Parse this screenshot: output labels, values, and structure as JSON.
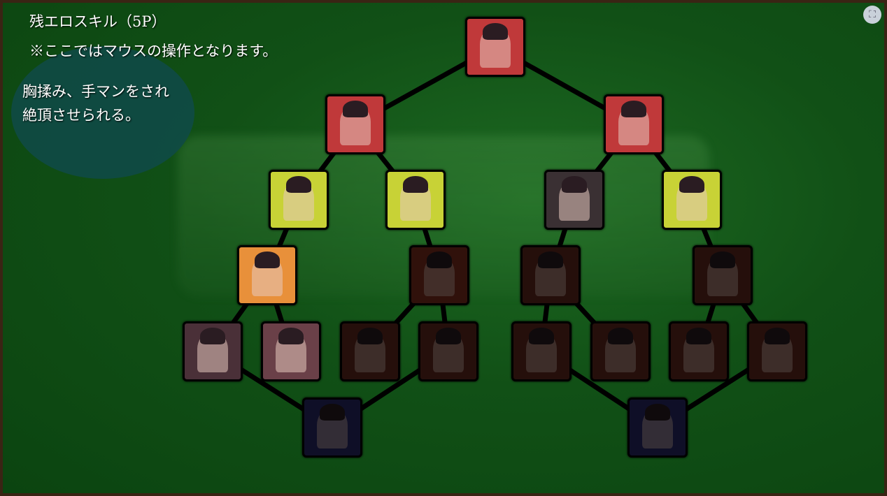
{
  "header": {
    "remaining_points": "残エロスキル（5P）",
    "note": "※ここではマウスの操作となります。"
  },
  "description": {
    "line1": "胸揉み、手マンをされ",
    "line2": "絶頂させられる。"
  },
  "colors": {
    "background": "#115016",
    "frame": "#3a2414",
    "line": "#000000"
  },
  "skill_tree": {
    "nodes": [
      {
        "id": "n0",
        "tile": "#c0393a",
        "state": "unlocked"
      },
      {
        "id": "n1a",
        "tile": "#c0393a",
        "state": "unlocked"
      },
      {
        "id": "n1b",
        "tile": "#c0393a",
        "state": "unlocked"
      },
      {
        "id": "n2a",
        "tile": "#c8d236",
        "state": "unlocked"
      },
      {
        "id": "n2b",
        "tile": "#c8d236",
        "state": "unlocked"
      },
      {
        "id": "n2c",
        "tile": "#3a3033",
        "state": "unlocked"
      },
      {
        "id": "n2d",
        "tile": "#c8d236",
        "state": "unlocked"
      },
      {
        "id": "n3a",
        "tile": "#e8903a",
        "state": "unlocked"
      },
      {
        "id": "n3b",
        "tile": "#8a3020",
        "state": "locked"
      },
      {
        "id": "n3c",
        "tile": "#6a2a20",
        "state": "locked"
      },
      {
        "id": "n3d",
        "tile": "#6a2a20",
        "state": "locked"
      },
      {
        "id": "n4a",
        "tile": "#4a3038",
        "state": "unlocked"
      },
      {
        "id": "n4b",
        "tile": "#6a4048",
        "state": "unlocked"
      },
      {
        "id": "n4c",
        "tile": "#6a2a20",
        "state": "locked"
      },
      {
        "id": "n4d",
        "tile": "#6a2a20",
        "state": "locked"
      },
      {
        "id": "n4e",
        "tile": "#6a2a20",
        "state": "locked"
      },
      {
        "id": "n4f",
        "tile": "#6a2a20",
        "state": "locked"
      },
      {
        "id": "n4g",
        "tile": "#6a2a20",
        "state": "locked"
      },
      {
        "id": "n4h",
        "tile": "#6a2a20",
        "state": "locked"
      },
      {
        "id": "n5a",
        "tile": "#2a2a70",
        "state": "locked"
      },
      {
        "id": "n5b",
        "tile": "#2a2a70",
        "state": "locked"
      }
    ],
    "edges": [
      [
        "n0",
        "n1a"
      ],
      [
        "n0",
        "n1b"
      ],
      [
        "n1a",
        "n2a"
      ],
      [
        "n1a",
        "n2b"
      ],
      [
        "n1b",
        "n2c"
      ],
      [
        "n1b",
        "n2d"
      ],
      [
        "n2a",
        "n3a"
      ],
      [
        "n2b",
        "n3b"
      ],
      [
        "n2c",
        "n3c"
      ],
      [
        "n2d",
        "n3d"
      ],
      [
        "n3a",
        "n4a"
      ],
      [
        "n3a",
        "n4b"
      ],
      [
        "n3b",
        "n4c"
      ],
      [
        "n3b",
        "n4d"
      ],
      [
        "n3c",
        "n4e"
      ],
      [
        "n3c",
        "n4f"
      ],
      [
        "n3d",
        "n4g"
      ],
      [
        "n3d",
        "n4h"
      ],
      [
        "n4a",
        "n5a"
      ],
      [
        "n4d",
        "n5a"
      ],
      [
        "n4e",
        "n5b"
      ],
      [
        "n4h",
        "n5b"
      ]
    ]
  }
}
